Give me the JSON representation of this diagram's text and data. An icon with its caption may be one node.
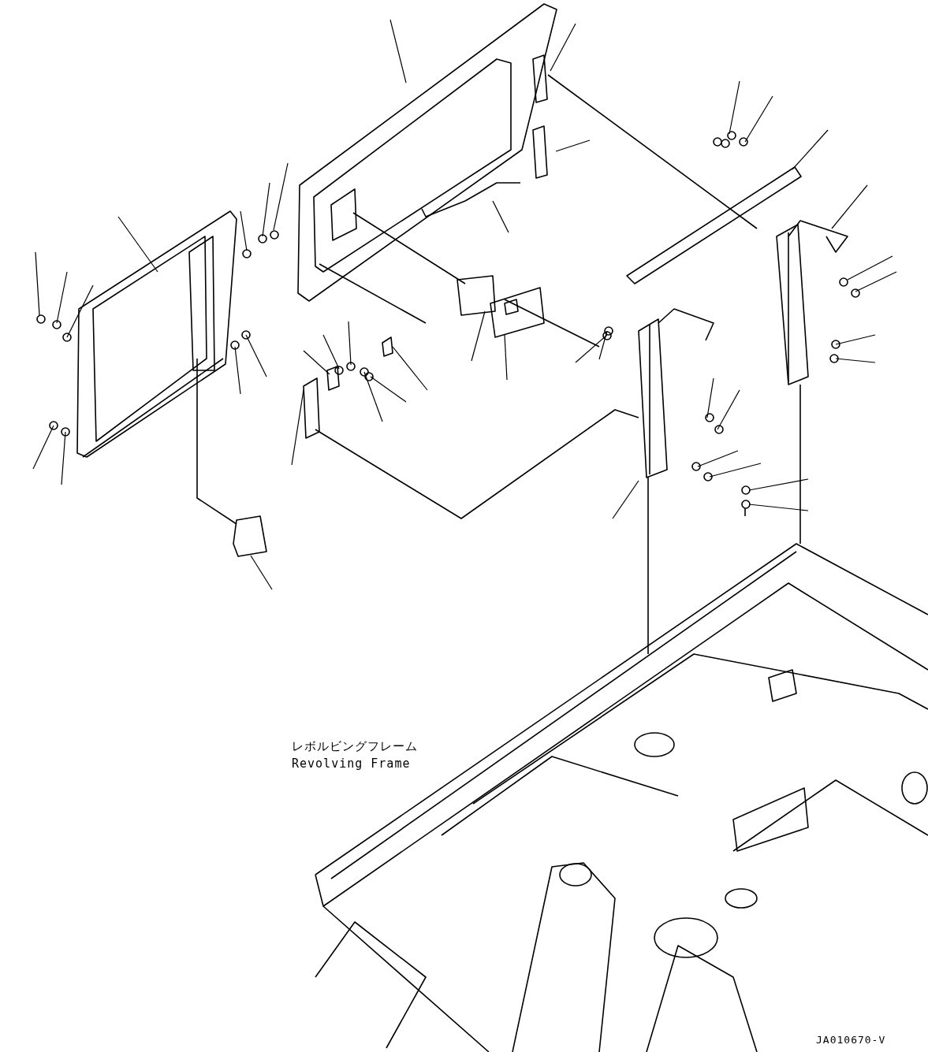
{
  "diagram": {
    "labels": [
      "レボルビングフレーム",
      "Revolving Frame",
      "JA010670-V"
    ]
  }
}
